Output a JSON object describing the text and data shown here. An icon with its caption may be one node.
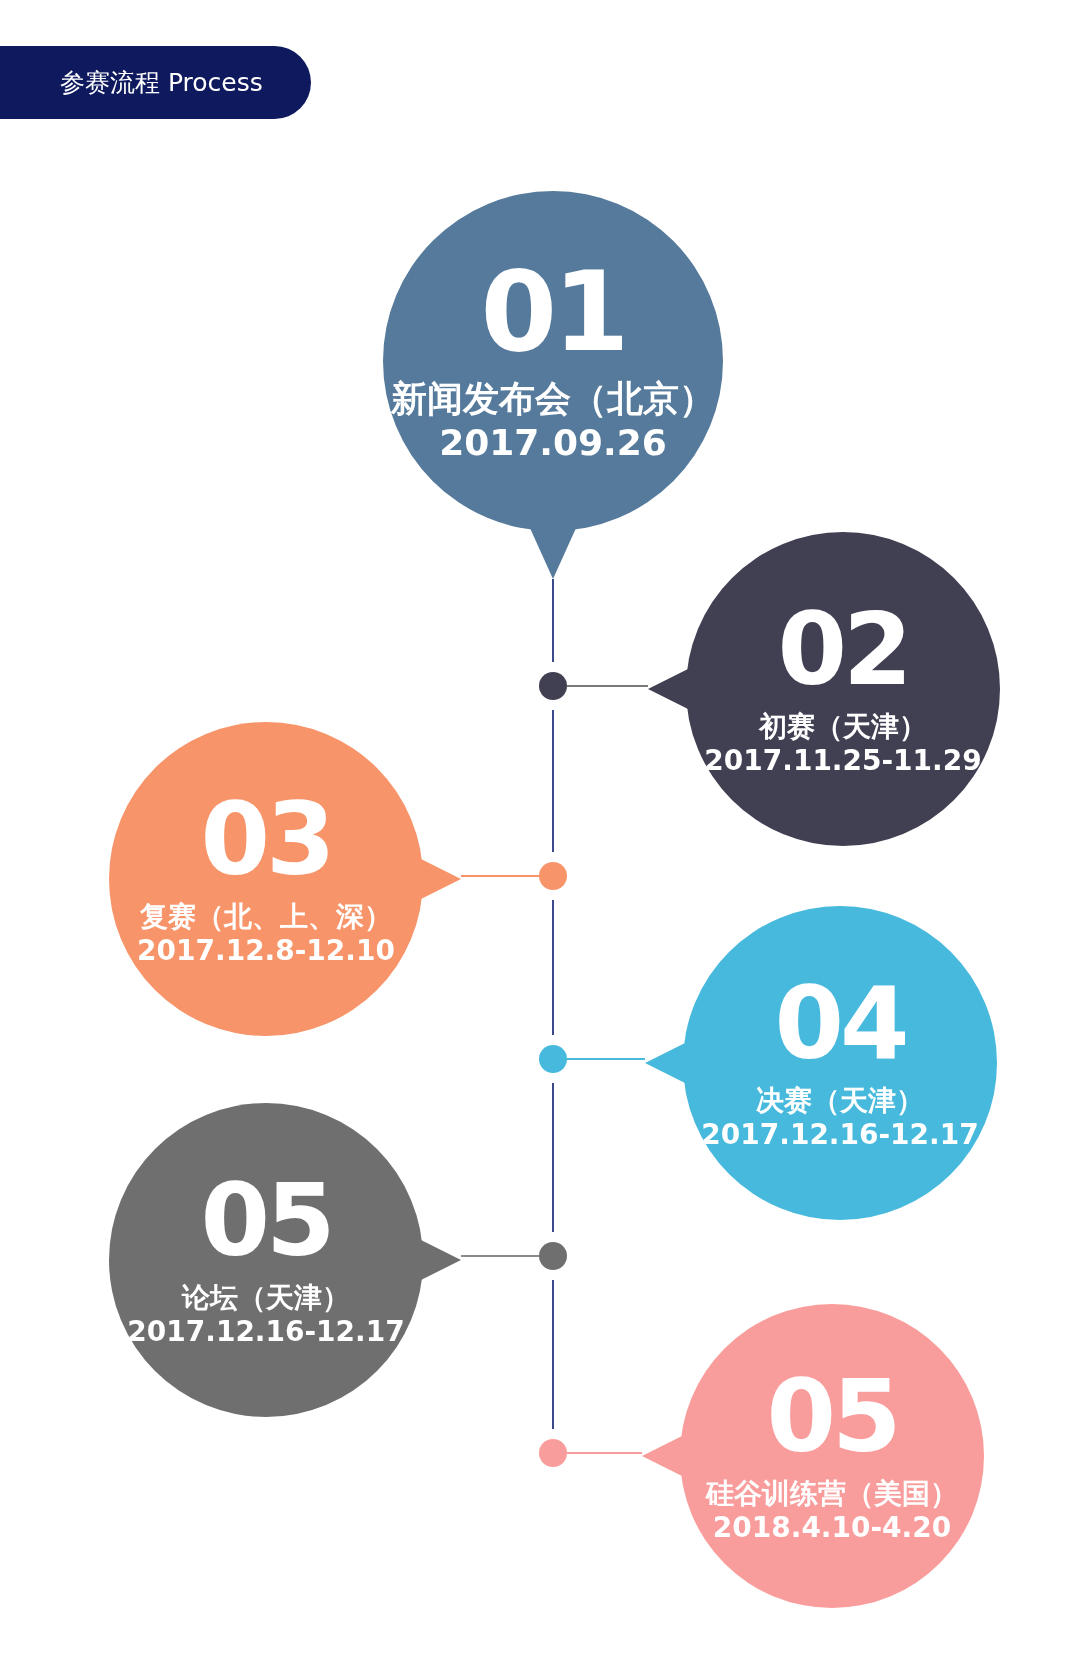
{
  "diagram": {
    "title": "参赛流程 Process",
    "nodes": [
      {
        "text": [
          "01",
          "新闻发布会（北京）",
          "2017.09.26"
        ]
      },
      {
        "text": [
          "02",
          "初赛（天津）",
          "2017.11.25-11.29"
        ]
      },
      {
        "text": [
          "03",
          "复赛（北、上、深）",
          "2017.12.8-12.10"
        ]
      },
      {
        "text": [
          "04",
          "决赛（天津）",
          "2017.12.16-12.17"
        ]
      },
      {
        "text": [
          "05",
          "论坛（天津）",
          "2017.12.16-12.17"
        ]
      },
      {
        "text": [
          "05",
          "硅谷训练营（美国）",
          "2018.4.10-4.20"
        ]
      },
      {
        "text": [],
        "shape": "circle"
      },
      {
        "text": [],
        "shape": "circle"
      },
      {
        "text": [],
        "shape": "circle"
      },
      {
        "text": [],
        "shape": "circle"
      },
      {
        "text": [],
        "shape": "circle"
      }
    ],
    "edges": [
      {
        "from": 0,
        "to": 6,
        "arrow": "none"
      },
      {
        "from": 6,
        "to": 7,
        "arrow": "none"
      },
      {
        "from": 7,
        "to": 8,
        "arrow": "none"
      },
      {
        "from": 8,
        "to": 9,
        "arrow": "none"
      },
      {
        "from": 9,
        "to": 10,
        "arrow": "none"
      },
      {
        "from": 6,
        "to": 1,
        "arrow": "none",
        "color": "#7a7a7a"
      },
      {
        "from": 7,
        "to": 2,
        "arrow": "none",
        "color": "#f79469"
      },
      {
        "from": 8,
        "to": 3,
        "arrow": "none",
        "color": "#46b9dd"
      },
      {
        "from": 9,
        "to": 4,
        "arrow": "none",
        "color": "#8a8a8a"
      },
      {
        "from": 10,
        "to": 5,
        "arrow": "none",
        "color": "#f99d9c"
      }
    ]
  }
}
